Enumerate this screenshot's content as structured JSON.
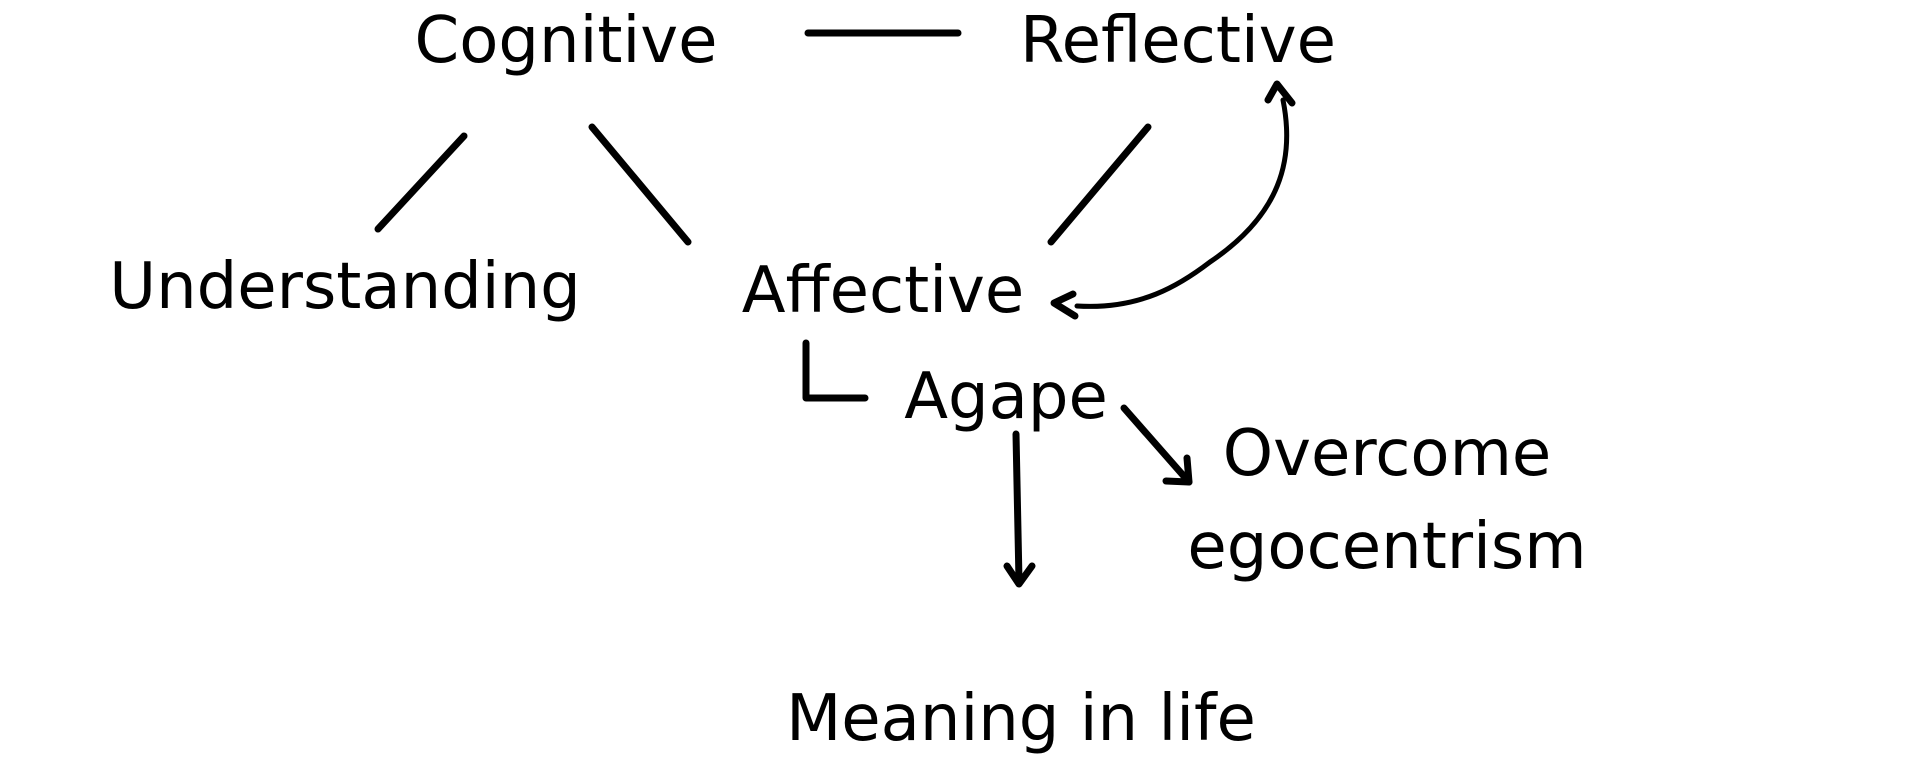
{
  "diagram": {
    "nodes": {
      "cognitive": "Cognitive",
      "reflective": "Reflective",
      "understanding": "Understanding",
      "affective": "Affective",
      "agape": "Agape",
      "overcome_line1": "Overcome",
      "overcome_line2": "egocentrism",
      "meaning": "Meaning in life"
    },
    "edges": [
      {
        "from": "Cognitive",
        "to": "Reflective",
        "style": "line"
      },
      {
        "from": "Cognitive",
        "to": "Understanding",
        "style": "line"
      },
      {
        "from": "Cognitive",
        "to": "Affective",
        "style": "line"
      },
      {
        "from": "Reflective",
        "to": "Affective",
        "style": "line"
      },
      {
        "from": "Affective",
        "to": "Reflective",
        "style": "curved-double-arrow"
      },
      {
        "from": "Affective",
        "to": "Agape",
        "style": "elbow"
      },
      {
        "from": "Agape",
        "to": "Overcome egocentrism",
        "style": "arrow"
      },
      {
        "from": "Agape",
        "to": "Meaning in life",
        "style": "arrow"
      }
    ],
    "line_color": "#000000",
    "background": "#ffffff"
  }
}
